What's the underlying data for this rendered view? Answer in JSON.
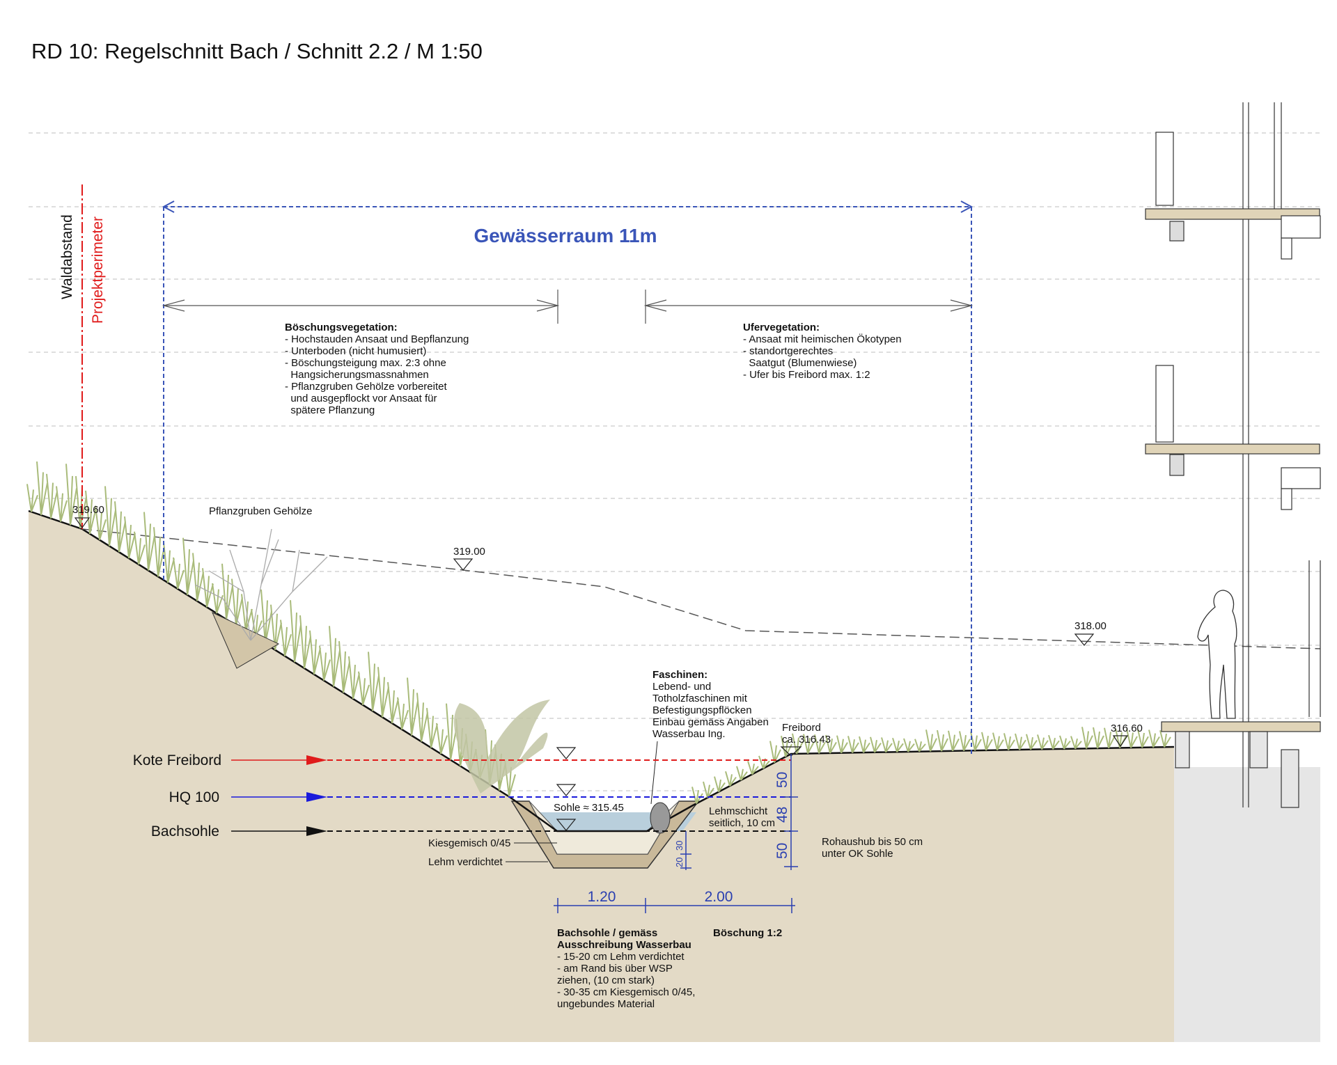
{
  "title": "RD 10: Regelschnitt Bach / Schnitt 2.2 / M 1:50",
  "gewaesserraum": "Gewässerraum 11m",
  "waldabstand": "Waldabstand",
  "projektperimeter": "Projektperimeter",
  "boeschungsvegetation": {
    "heading": "Böschungsvegetation:",
    "lines": [
      "- Hochstauden Ansaat und Bepflanzung",
      "- Unterboden (nicht humusiert)",
      "- Böschungsteigung max. 2:3 ohne",
      "  Hangsicherungsmassnahmen",
      "- Pflanzgruben Gehölze vorbereitet",
      "  und ausgepflockt vor Ansaat für",
      "  spätere Pflanzung"
    ]
  },
  "ufervegetation": {
    "heading": "Ufervegetation:",
    "lines": [
      "- Ansaat mit heimischen Ökotypen",
      "- standortgerechtes",
      "  Saatgut (Blumenwiese)",
      "- Ufer bis Freibord max. 1:2"
    ]
  },
  "pflanzgruben": "Pflanzgruben Gehölze",
  "levels": {
    "l1": "319.60",
    "l2": "319.00",
    "l3": "318.00",
    "l4": "316.60"
  },
  "freibord": {
    "line1": "Freibord",
    "line2": "ca. 316.43"
  },
  "faschinen": {
    "heading": "Faschinen:",
    "lines": [
      "Lebend- und",
      "Totholzfaschinen mit",
      "Befestigungspflöcken",
      "Einbau gemäss Angaben",
      "Wasserbau Ing."
    ]
  },
  "water_levels": {
    "kote_freibord": "Kote Freibord",
    "hq100": "HQ 100",
    "bachsohle": "Bachsohle"
  },
  "sohle": "Sohle ≈ 315.45",
  "lehmschicht": {
    "line1": "Lehmschicht",
    "line2": "seitlich, 10 cm"
  },
  "kiesgemisch": "Kiesgemisch 0/45",
  "lehm_verdichtet": "Lehm verdichtet",
  "rohaushub": {
    "line1": "Rohaushub bis 50 cm",
    "line2": "unter OK Sohle"
  },
  "dims": {
    "v1": "50",
    "v2": "48",
    "v3": "50",
    "s30": "30",
    "s20": "20",
    "h1": "1.20",
    "h2": "2.00"
  },
  "bachsohle_note": {
    "heading1": "Bachsohle / gemäss",
    "heading2": "Ausschreibung Wasserbau",
    "lines": [
      "- 15-20 cm Lehm verdichtet",
      "- am Rand bis über WSP",
      "ziehen, (10 cm stark)",
      "- 30-35 cm Kiesgemisch 0/45,",
      "ungebundes Material"
    ]
  },
  "boeschung": "Böschung 1:2",
  "colors": {
    "ground": "#e3dac6",
    "blue": "#3a55b8",
    "red": "#e01b1b",
    "water": "#b9cfdc",
    "veg": "#a9bb7a",
    "gray": "#e6e6e6"
  }
}
